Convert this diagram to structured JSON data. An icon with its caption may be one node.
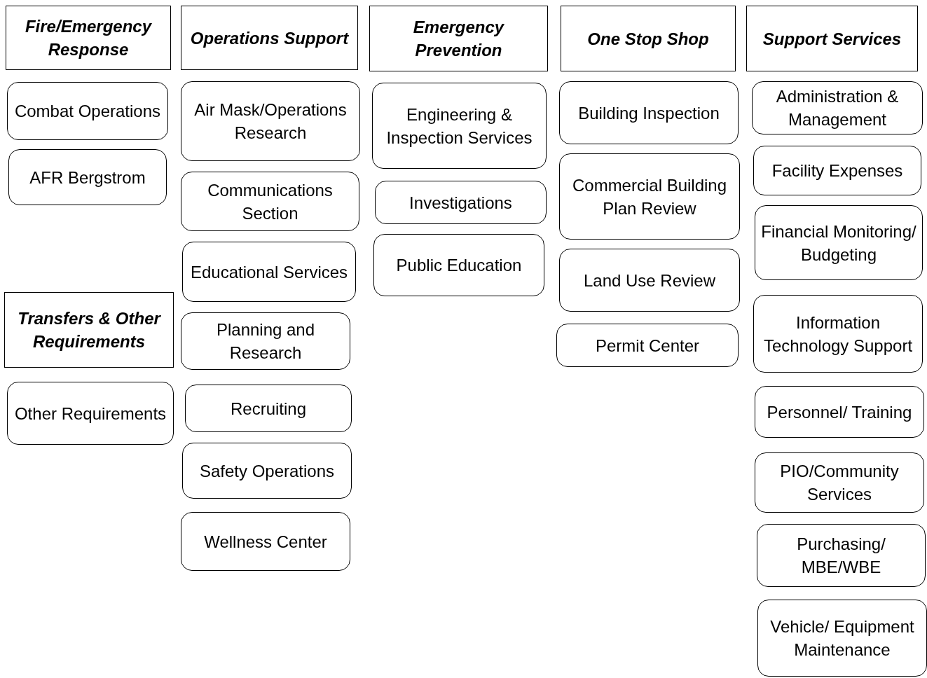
{
  "diagram": {
    "nodes": [
      {
        "text": [
          "Fire/Emergency Response"
        ]
      },
      {
        "text": [
          "Combat Operations"
        ]
      },
      {
        "text": [
          "AFR Bergstrom"
        ]
      },
      {
        "text": [
          "Transfers & Other Requirements"
        ]
      },
      {
        "text": [
          "Other Requirements"
        ]
      },
      {
        "text": [
          "Operations Support"
        ]
      },
      {
        "text": [
          "Air Mask/Operations Research"
        ]
      },
      {
        "text": [
          "Communications Section"
        ]
      },
      {
        "text": [
          "Educational Services"
        ]
      },
      {
        "text": [
          "Planning and Research"
        ]
      },
      {
        "text": [
          "Recruiting"
        ]
      },
      {
        "text": [
          "Safety Operations"
        ]
      },
      {
        "text": [
          "Wellness Center"
        ]
      },
      {
        "text": [
          "Emergency Prevention"
        ]
      },
      {
        "text": [
          "Engineering & Inspection Services"
        ]
      },
      {
        "text": [
          "Investigations"
        ]
      },
      {
        "text": [
          "Public Education"
        ]
      },
      {
        "text": [
          "One Stop Shop"
        ]
      },
      {
        "text": [
          "Building Inspection"
        ]
      },
      {
        "text": [
          "Commercial Building Plan Review"
        ]
      },
      {
        "text": [
          "Land Use Review"
        ]
      },
      {
        "text": [
          "Permit Center"
        ]
      },
      {
        "text": [
          "Support Services"
        ]
      },
      {
        "text": [
          "Administration & Management"
        ]
      },
      {
        "text": [
          "Facility Expenses"
        ]
      },
      {
        "text": [
          "Financial Monitoring/ Budgeting"
        ]
      },
      {
        "text": [
          "Information Technology Support"
        ]
      },
      {
        "text": [
          "Personnel/ Training"
        ]
      },
      {
        "text": [
          "PIO/Community Services"
        ]
      },
      {
        "text": [
          "Purchasing/ MBE/WBE"
        ]
      },
      {
        "text": [
          "Vehicle/ Equipment Maintenance"
        ]
      }
    ],
    "edges": []
  }
}
